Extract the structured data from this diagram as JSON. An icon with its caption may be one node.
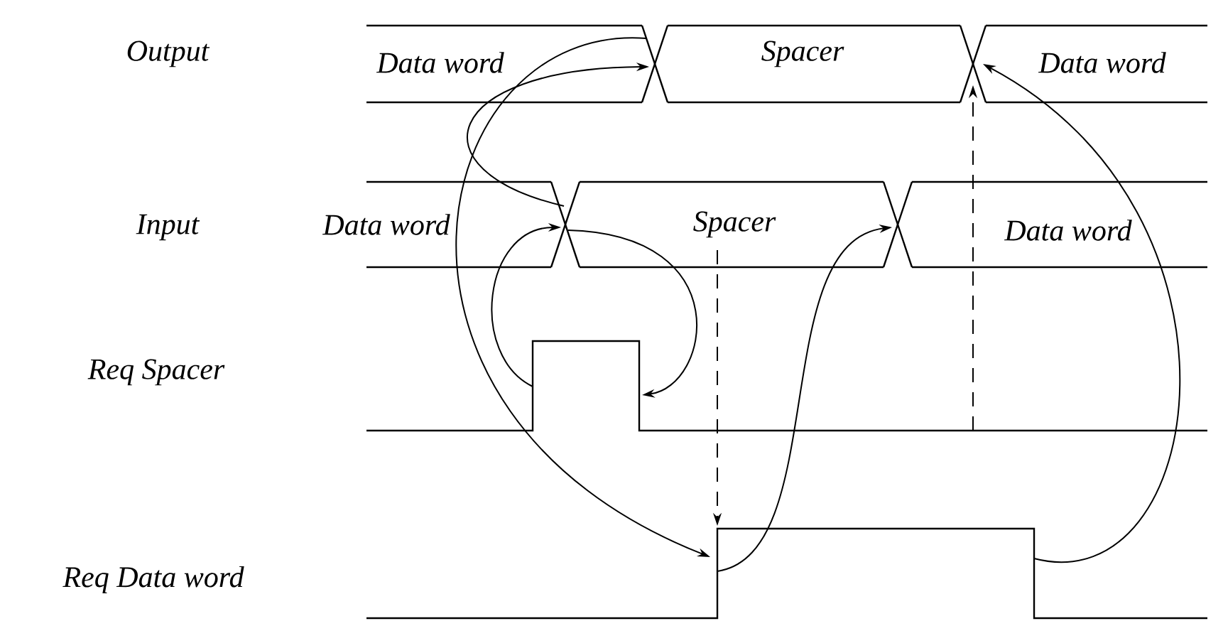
{
  "diagram": {
    "labels": [
      "Output",
      "Data word",
      "Spacer",
      "Data word",
      "Input",
      "Data word",
      "Spacer",
      "Data word",
      "Req Spacer",
      "Req Data word"
    ]
  }
}
